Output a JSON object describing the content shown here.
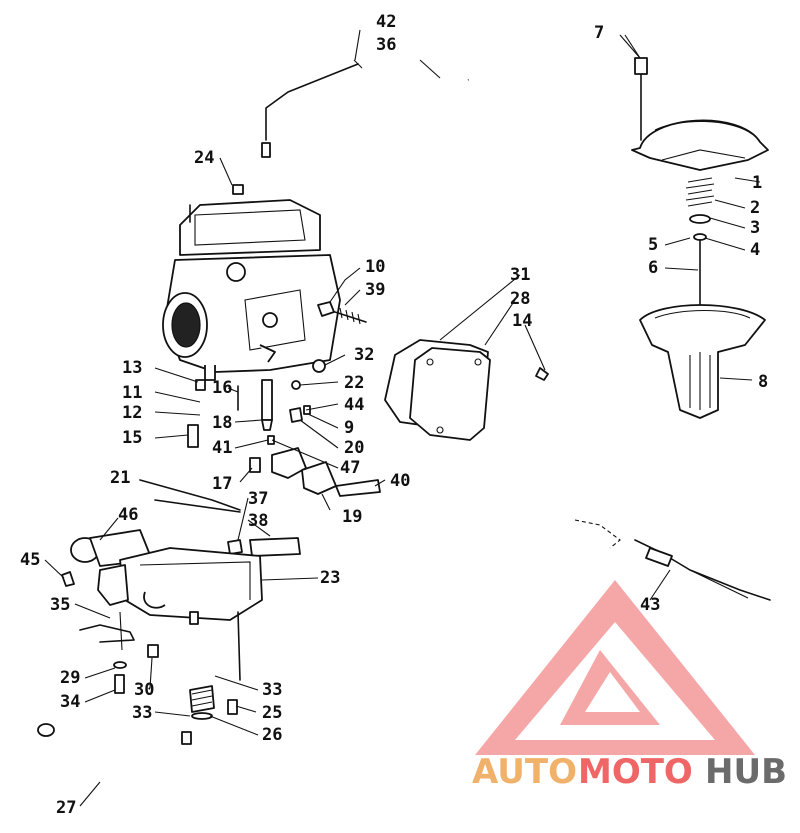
{
  "callouts": [
    "1",
    "2",
    "3",
    "4",
    "5",
    "6",
    "7",
    "8",
    "9",
    "10",
    "11",
    "12",
    "13",
    "14",
    "15",
    "16",
    "17",
    "18",
    "19",
    "20",
    "21",
    "22",
    "23",
    "24",
    "25",
    "26",
    "27",
    "28",
    "29",
    "30",
    "31",
    "32",
    "33",
    "33",
    "34",
    "35",
    "36",
    "37",
    "38",
    "39",
    "40",
    "41",
    "42",
    "43",
    "44",
    "45",
    "46",
    "47"
  ],
  "watermark": {
    "part1": "AUTO",
    "part2": "MOTO",
    "part3": "HUB"
  },
  "colors": {
    "line": "#111111",
    "wm_red": "#ee6666",
    "wm_orange": "#f0b26a",
    "wm_gray": "#6b6b6b"
  }
}
